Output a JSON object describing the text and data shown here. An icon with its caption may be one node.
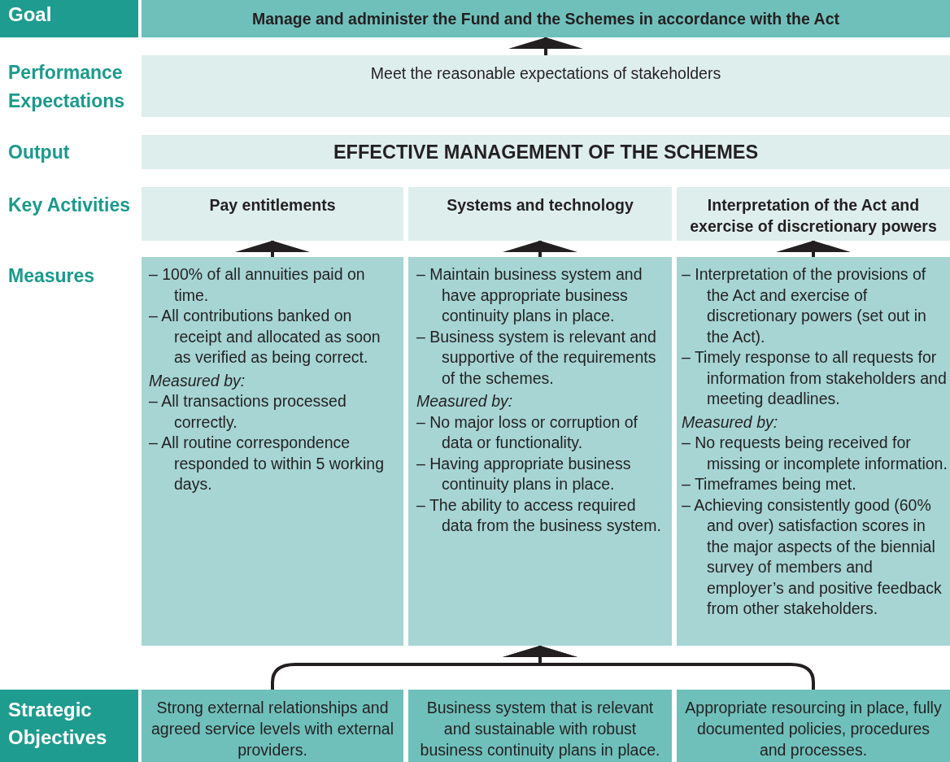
{
  "diagram": {
    "nodes": [
      {
        "text": [
          "Goal"
        ]
      },
      {
        "text": [
          "Manage and administer the Fund and the Schemes in accordance with the Act"
        ]
      },
      {
        "text": [
          "Meet the reasonable expectations of stakeholders"
        ]
      },
      {
        "text": [
          "EFFECTIVE MANAGEMENT OF THE SCHEMES"
        ]
      },
      {
        "text": [
          "Pay entitlements"
        ]
      },
      {
        "text": [
          "Systems and technology"
        ]
      },
      {
        "text": [
          "Interpretation of the Act and exercise of discretionary powers"
        ]
      },
      {
        "text": [
          "– 100% of all annuities paid on time.",
          "– All contributions banked on receipt and allocated as soon as verified as being correct.",
          "Measured by:",
          "– All transactions processed correctly.",
          "– All routine correspondence responded to within 5 working days."
        ]
      },
      {
        "text": [
          "– Maintain business system and have appropriate business continuity plans in place.",
          "– Business system is relevant and supportive of the requirements of the schemes.",
          "Measured by:",
          "– No major loss or corruption of data or functionality.",
          "– Having appropriate business continuity plans in place.",
          "– The ability to access required data from the business system."
        ]
      },
      {
        "text": [
          "– Interpretation of the provisions of the Act and exercise of discretionary powers (set out in the Act).",
          "– Timely response to all requests for information from stakeholders and meeting deadlines.",
          "Measured by:",
          "– No requests being received for missing or incomplete information.",
          "– Timeframes being met.",
          "– Achieving consistently good (60% and over) satisfaction scores in the major aspects of the biennial survey of members and employer’s and positive feedback from other stakeholders."
        ]
      },
      {
        "text": [
          "Strategic Objectives"
        ]
      },
      {
        "text": [
          "Strong external relationships and agreed service levels with external providers."
        ]
      },
      {
        "text": [
          "Business system that is relevant and sustainable with robust business continuity plans in place."
        ]
      },
      {
        "text": [
          "Appropriate resourcing in place, fully documented policies, procedures and processes."
        ]
      }
    ],
    "edges": [
      {
        "from": 2,
        "to": 1,
        "arrow": "to"
      },
      {
        "from": 7,
        "to": 4,
        "arrow": "to"
      },
      {
        "from": 8,
        "to": 5,
        "arrow": "to"
      },
      {
        "from": 9,
        "to": 6,
        "arrow": "to"
      },
      {
        "from": 11,
        "to": 8,
        "arrow": "to"
      },
      {
        "from": 13,
        "to": 8,
        "arrow": "to"
      }
    ],
    "labels": [
      "Performance Expectations",
      "Output",
      "Key Activities",
      "Measures"
    ]
  }
}
